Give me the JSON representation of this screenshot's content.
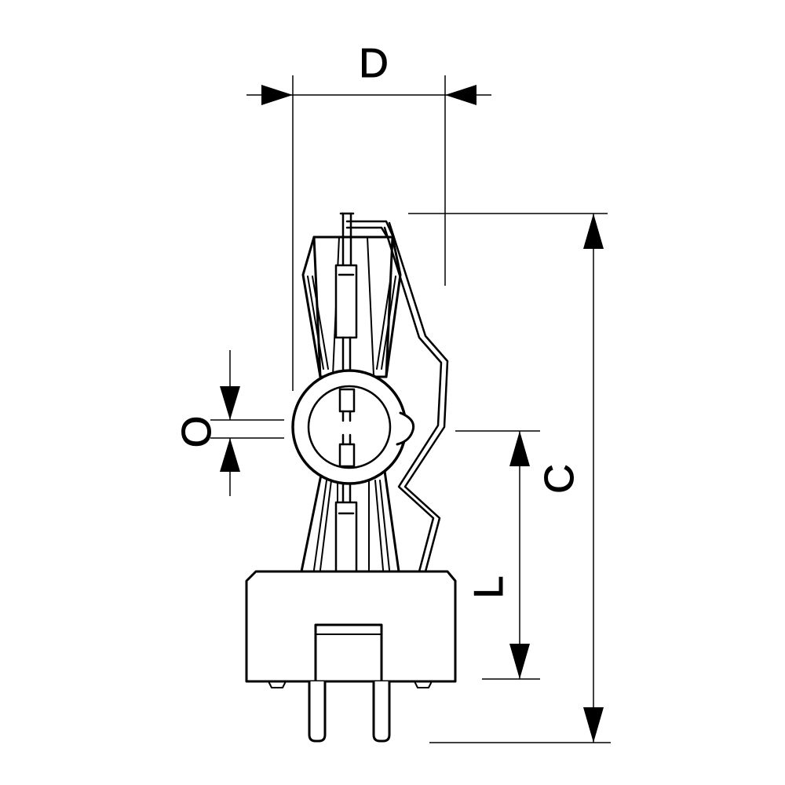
{
  "labels": {
    "D": "D",
    "C": "C",
    "L": "L",
    "O": "O"
  },
  "colors": {
    "line": "#000000",
    "background": "#ffffff"
  }
}
